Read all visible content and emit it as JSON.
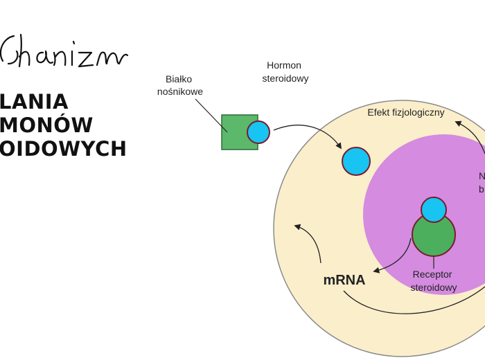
{
  "title": {
    "script_line": "chanizm",
    "bold_lines": [
      "LANIA",
      "MONÓW",
      "OIDOWYCH"
    ]
  },
  "labels": {
    "carrier_protein": [
      "Białko",
      "nośnikowe"
    ],
    "steroid_hormone": [
      "Hormon",
      "steroidowy"
    ],
    "physiological_effect": "Efekt fizjologiczny",
    "side_cut": [
      "N",
      "b"
    ],
    "mrna": "mRNA",
    "steroid_receptor": [
      "Receptor",
      "steroidowy"
    ]
  },
  "colors": {
    "cell": "#fbeecb",
    "nucleus": "#d48be0",
    "carrier_box": "#5cb86b",
    "hormone": "#17c4f2",
    "receptor": "#4caf5d",
    "outline": "#7a1a2a"
  }
}
